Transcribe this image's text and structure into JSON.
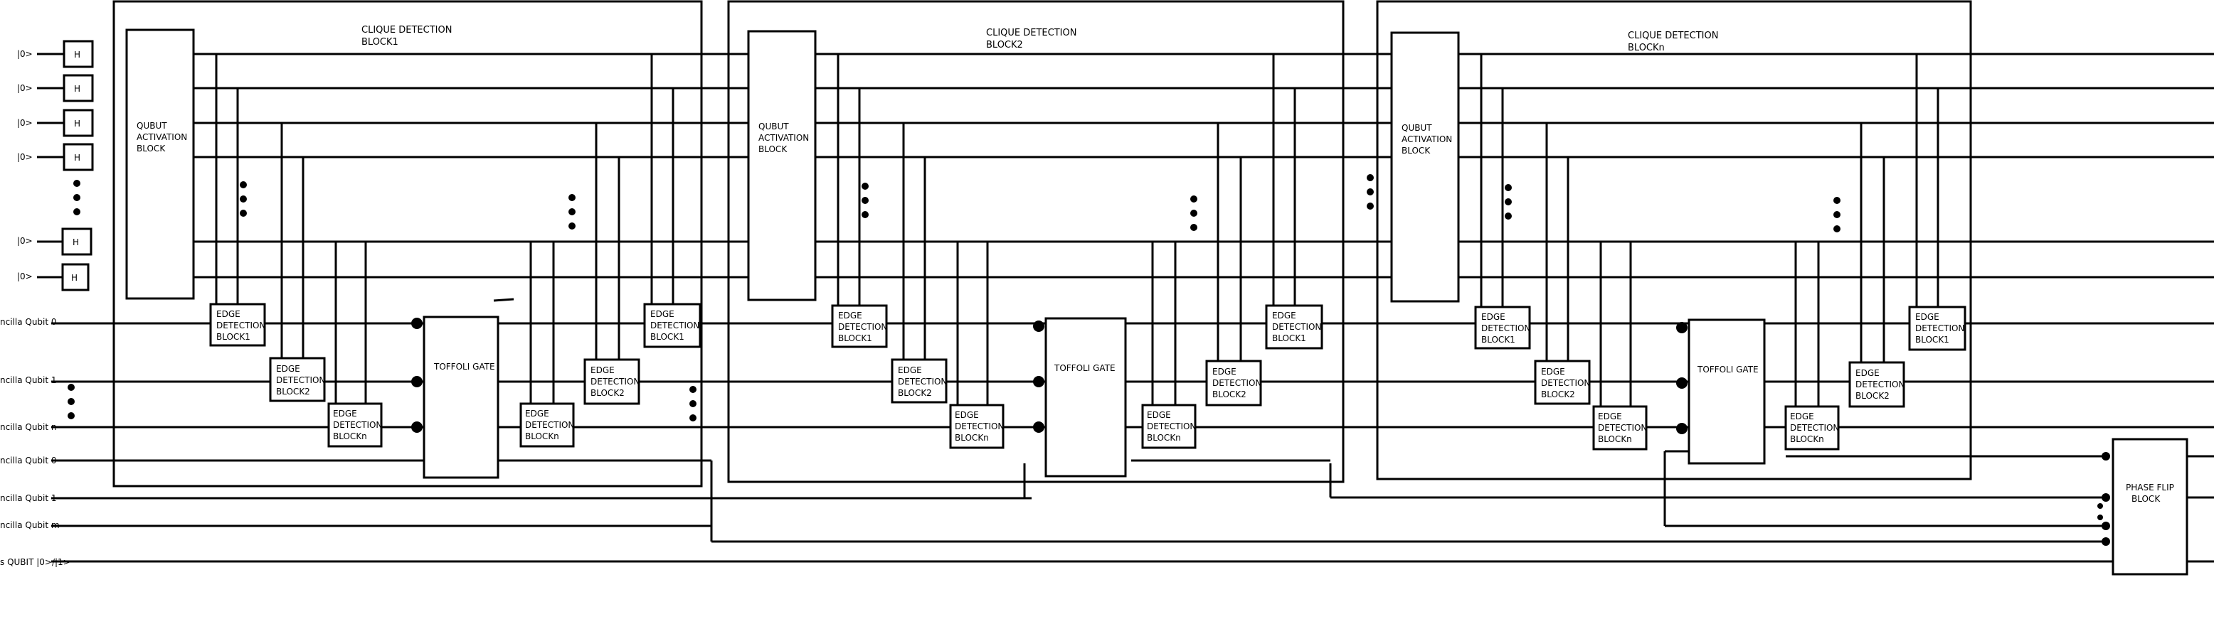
{
  "input_labels": [
    "|0>",
    "|0>",
    "|0>",
    "|0>",
    "|0>",
    "|0>"
  ],
  "hadamard_label": "H",
  "ancilla_labels": [
    "ncilla Qubit 0",
    "ncilla Qubit 1",
    "ncilla Qubit n",
    "ncilla Qubit 0",
    "ncilla Qubit 1",
    "ncilla Qubit m",
    "s QUBIT  |0>/|1>"
  ],
  "blocks": [
    {
      "title": "CLIQUE DETECTION",
      "name": "BLOCK1"
    },
    {
      "title": "CLIQUE DETECTION",
      "name": "BLOCK2"
    },
    {
      "title": "CLIQUE DETECTION",
      "name": "BLOCKn"
    }
  ],
  "qubit_activation_lines": [
    "QUBUT",
    "ACTIVATION",
    "BLOCK"
  ],
  "edge_detection_prefix": [
    "EDGE",
    "DETECTION"
  ],
  "edge_detection_names": [
    "BLOCK1",
    "BLOCK2",
    "BLOCKn"
  ],
  "toffoli_label": "TOFFOLI GATE",
  "phase_flip_lines": [
    "PHASE FLIP",
    "BLOCK"
  ]
}
